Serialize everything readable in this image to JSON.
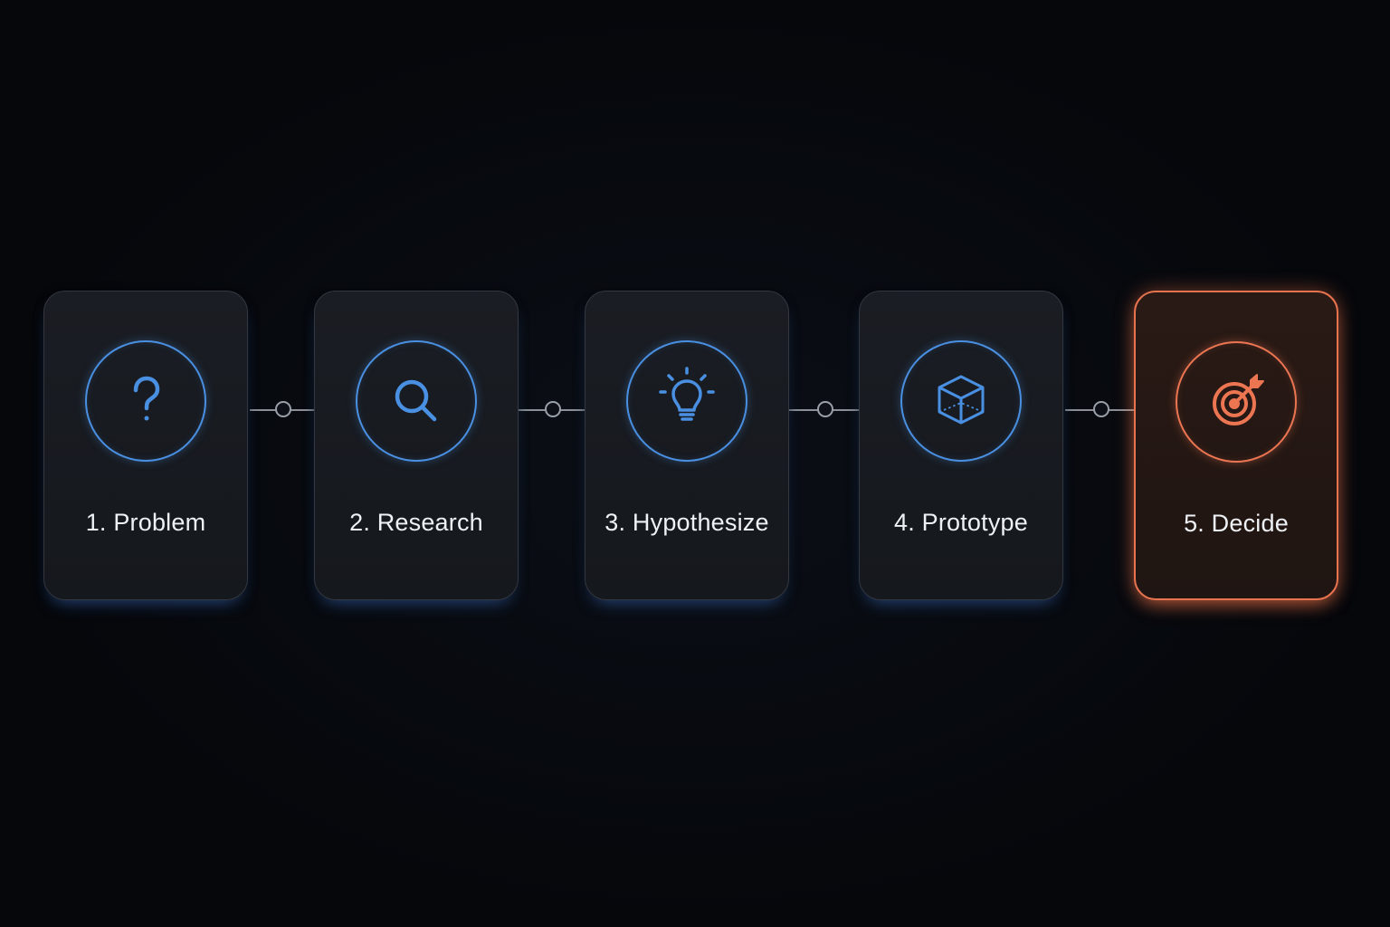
{
  "steps": [
    {
      "label": "1. Problem",
      "icon": "question-mark-icon",
      "active": false
    },
    {
      "label": "2. Research",
      "icon": "magnifier-icon",
      "active": false
    },
    {
      "label": "3. Hypothesize",
      "icon": "lightbulb-icon",
      "active": false
    },
    {
      "label": "4. Prototype",
      "icon": "cube-icon",
      "active": false
    },
    {
      "label": "5. Decide",
      "icon": "target-icon",
      "active": true
    }
  ],
  "colors": {
    "accent_blue": "#4a90e2",
    "accent_orange": "#ec7552",
    "background": "#05070b",
    "card": "#181b20"
  }
}
